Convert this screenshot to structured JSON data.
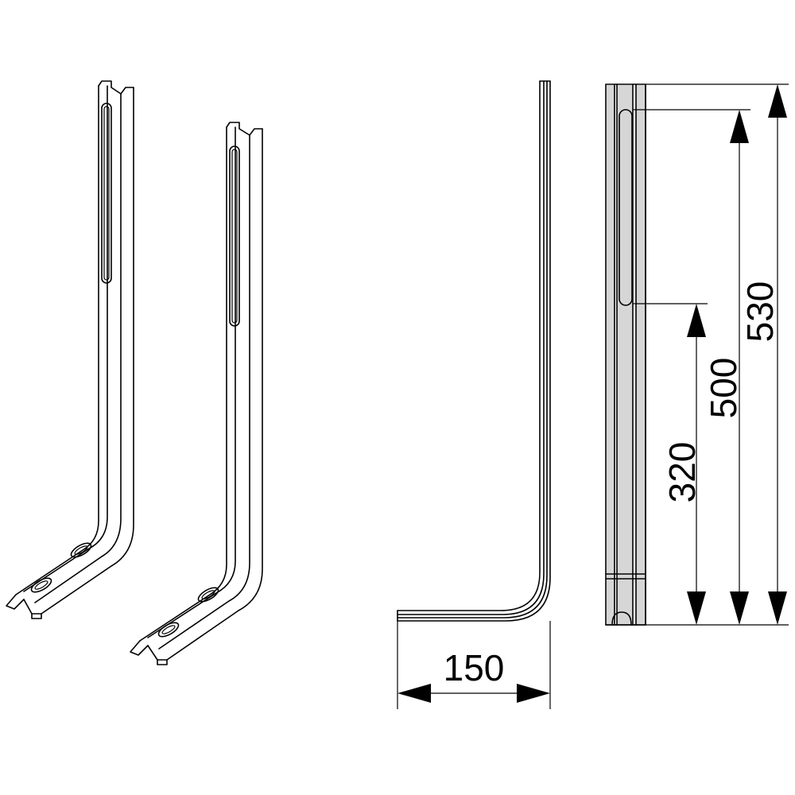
{
  "dimensions": {
    "width_label": "150",
    "height_short_label": "320",
    "height_mid_label": "500",
    "height_total_label": "530"
  },
  "colors": {
    "line": "#000000",
    "channel_fill": "#d6d6d6",
    "background": "#ffffff"
  }
}
